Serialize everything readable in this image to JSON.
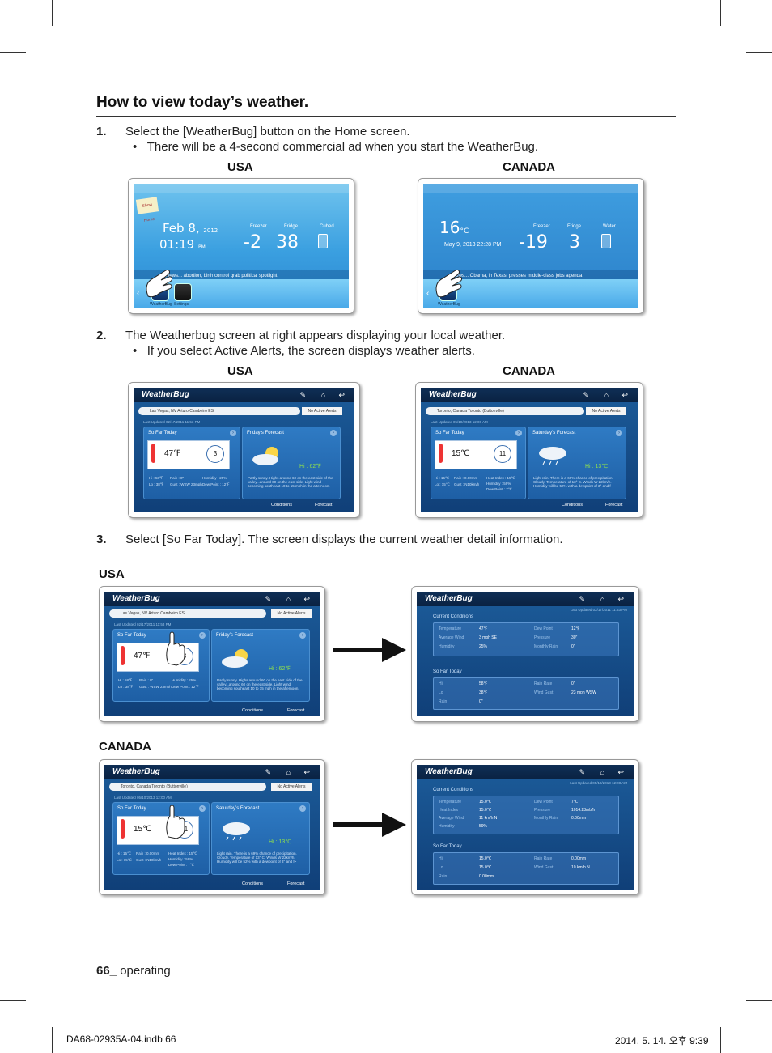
{
  "heading": "How to view today’s weather.",
  "steps": [
    {
      "num": "1.",
      "text": "Select the [WeatherBug] button on the Home screen.",
      "bullet": "There will be a 4-second commercial ad when you start the WeatherBug."
    },
    {
      "num": "2.",
      "text": "The Weatherbug screen at right appears displaying your local weather.",
      "bullet": "If you select Active Alerts, the screen displays weather alerts."
    },
    {
      "num": "3.",
      "text": "Select [So Far Today]. The screen displays the current weather detail information."
    }
  ],
  "labels": {
    "usa": "USA",
    "canada": "CANADA"
  },
  "home_usa": {
    "date": "Feb 8,",
    "year": "2012",
    "time": "01:19",
    "ampm": "PM",
    "freezer_label": "Freezer",
    "fridge_label": "Fridge",
    "cubed_label": "Cubed",
    "freezer_temp": "-2",
    "fridge_temp": "38",
    "unit": "°F",
    "news": "News... abortion, birth control grab political spotlight",
    "app1": "WeatherBug",
    "app2": "Settings",
    "memo": "Show Home"
  },
  "home_canada": {
    "temp": "16",
    "unit": "°C",
    "date": "May 9, 2013 22:28",
    "ampm": "PM",
    "freezer_label": "Freezer",
    "fridge_label": "Fridge",
    "water_label": "Water",
    "freezer_temp": "-19",
    "fridge_temp": "3",
    "news": "News... Obama, in Texas, presses middle-class jobs agenda",
    "app1": "WeatherBug"
  },
  "wb_usa": {
    "logo": "WeatherBug",
    "location": "Las Vegas, NV Arturo Cambeiro ES",
    "alerts": "No Active Alerts",
    "updated": "Last Updated 02/17/2011 11:53 PM",
    "so_far": "So Far Today",
    "forecast_title": "Friday’s Forecast",
    "temp": "47℉",
    "wind": "3",
    "hi_forecast": "Hi : 62℉",
    "hi": "Hi : 58℉",
    "lo": "Lo : 38℉",
    "rain": "Rain : 0\"",
    "gust": "Gust : WSW 23mph",
    "humidity": "Humidity : 25%",
    "dewpoint": "Dew Point : 12℉",
    "forecast_text": "Partly sunny. Highs around 60 on the east side of the valley...around 60 on the east side. Light wind becoming southeast 10 to 15 mph in the afternoon.",
    "tab_conditions": "Conditions",
    "tab_forecast": "Forecast"
  },
  "wb_canada": {
    "logo": "WeatherBug",
    "location": "Toronto, Canada Toronto (Buttonville)",
    "alerts": "No Active Alerts",
    "updated": "Last Updated 05/10/2013 12:00 AM",
    "so_far": "So Far Today",
    "forecast_title": "Saturday’s Forecast",
    "temp": "15℃",
    "wind": "11",
    "hi_forecast": "Hi : 13℃",
    "hi": "Hi : 15℃",
    "lo": "Lo : 15℃",
    "rain": "Rain : 0.00mm",
    "gust": "Gust : N10km/h",
    "heat": "Heat Index : 15℃",
    "humidity": "Humidity : 59%",
    "dewpoint": "Dew Point : 7℃",
    "forecast_text": "Light rain. There is a 69% chance of precipitation. Cloudy. Temperature of 13° C. Winds W 22km/h. Humidity will be 52% with a dewpoint of 3° and f~",
    "tab_conditions": "Conditions",
    "tab_forecast": "Forecast"
  },
  "detail_usa": {
    "logo": "WeatherBug",
    "updated": "Last Updated 02/17/2011 11:53 PM",
    "current": "Current Conditions",
    "rows": [
      [
        "Temperature",
        "47℉",
        "Dew Point",
        "12℉"
      ],
      [
        "Average Wind",
        "3 mph SE",
        "Pressure",
        "30\""
      ],
      [
        "Humidity",
        "25%",
        "Monthly Rain",
        "0\""
      ]
    ],
    "sofar": "So Far Today",
    "rows2": [
      [
        "Hi",
        "58℉",
        "Rain Rate",
        "0\""
      ],
      [
        "Lo",
        "38℉",
        "Wind Gust",
        "23 mph WSW"
      ],
      [
        "Rain",
        "0\"",
        "",
        ""
      ]
    ]
  },
  "detail_canada": {
    "logo": "WeatherBug",
    "updated": "Last Updated 05/10/2013 12:00 AM",
    "current": "Current Conditions",
    "rows": [
      [
        "Temperature",
        "15.0℃",
        "Dew Point",
        "7℃"
      ],
      [
        "Heat Index",
        "15.0℃",
        "Pressure",
        "1014.23mb/h"
      ],
      [
        "Average Wind",
        "11 km/h N",
        "Monthly Rain",
        "0.00mm"
      ],
      [
        "Humidity",
        "59%",
        "",
        ""
      ]
    ],
    "sofar": "So Far Today",
    "rows2": [
      [
        "Hi",
        "15.0℃",
        "Rain Rate",
        "0.00mm"
      ],
      [
        "Lo",
        "15.0℃",
        "Wind Gust",
        "10 km/h N"
      ],
      [
        "Rain",
        "0.00mm",
        "",
        ""
      ]
    ]
  },
  "page": {
    "num": "66_",
    "section": "operating"
  },
  "footer": {
    "left": "DA68-02935A-04.indb   66",
    "right": "2014. 5. 14.   오후 9:39"
  }
}
